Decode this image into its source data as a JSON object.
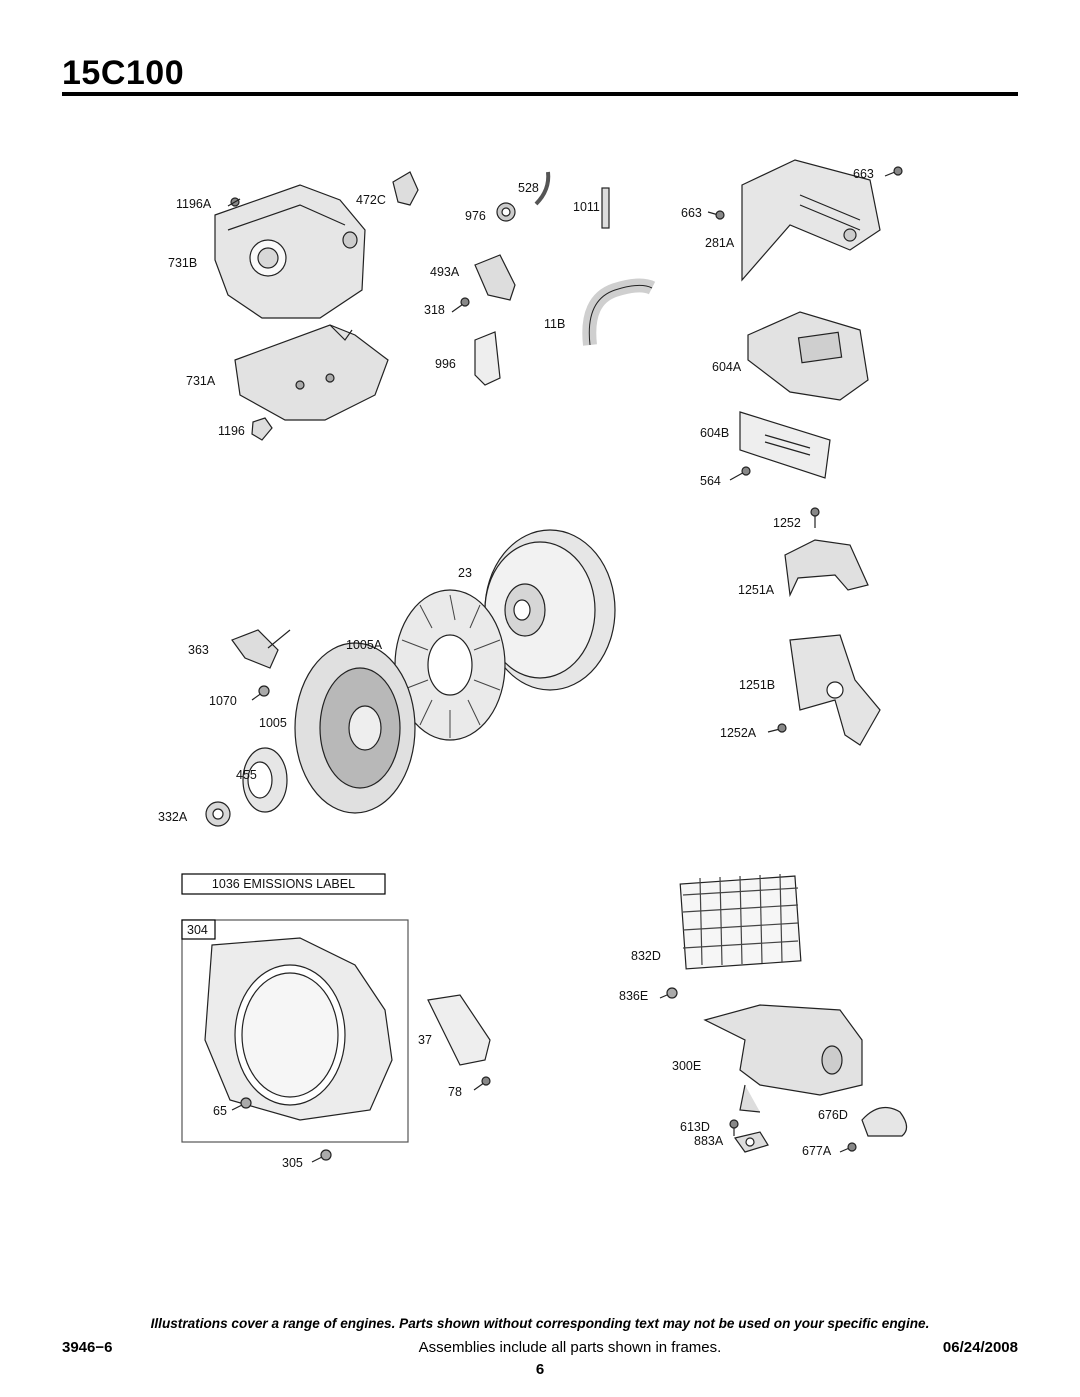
{
  "document": {
    "model": "15C100",
    "doc_code": "3946−6",
    "assembly_note": "Assemblies include all parts shown in frames.",
    "date": "06/24/2008",
    "page_number": "6",
    "disclaimer": "Illustrations cover a range of engines. Parts shown without corresponding text may not be used on your specific engine."
  },
  "parts": {
    "p1196A": "1196A",
    "p472C": "472C",
    "p528": "528",
    "p976": "976",
    "p1011": "1011",
    "p663a": "663",
    "p663b": "663",
    "p281A": "281A",
    "p731B": "731B",
    "p493A": "493A",
    "p318": "318",
    "p11B": "11B",
    "p996": "996",
    "p604A": "604A",
    "p731A": "731A",
    "p1196": "1196",
    "p604B": "604B",
    "p564": "564",
    "p1252": "1252",
    "p23": "23",
    "p1251A": "1251A",
    "p363": "363",
    "p1005A": "1005A",
    "p1251B": "1251B",
    "p1070": "1070",
    "p1005": "1005",
    "p1252A": "1252A",
    "p455": "455",
    "p332A": "332A",
    "emissions": "1036 EMISSIONS LABEL",
    "p304": "304",
    "p832D": "832D",
    "p836E": "836E",
    "p37": "37",
    "p300E": "300E",
    "p78": "78",
    "p65": "65",
    "p613D": "613D",
    "p676D": "676D",
    "p883A": "883A",
    "p677A": "677A",
    "p305": "305"
  }
}
